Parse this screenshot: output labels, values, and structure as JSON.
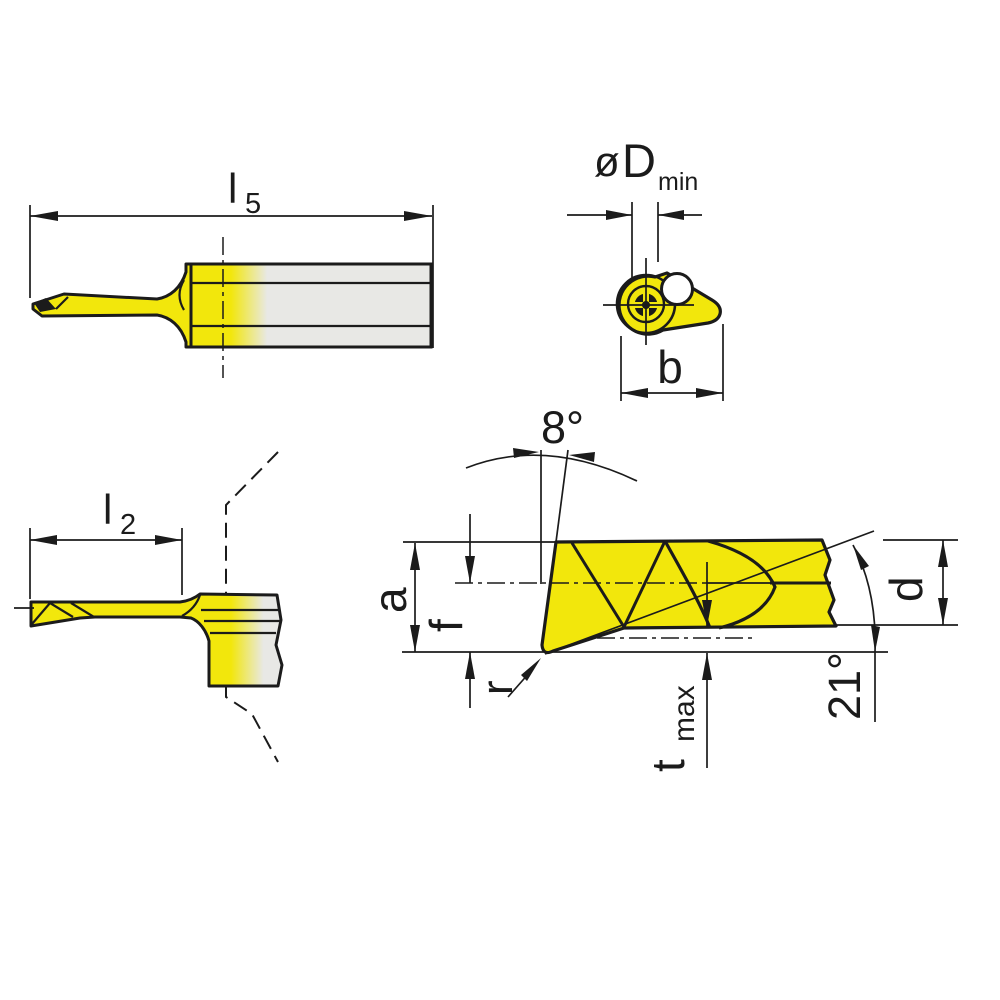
{
  "colors": {
    "insert_yellow": "#f2e70c",
    "steel_gray": "#e8e8e5",
    "line_black": "#1b1b1b",
    "background": "#ffffff"
  },
  "side_view": {
    "length_label": "l",
    "length_subscript": "5"
  },
  "end_view": {
    "diameter_prefix": "ø",
    "diameter_label": "D",
    "diameter_subscript": "min",
    "width_label": "b"
  },
  "top_view": {
    "length_label": "l",
    "length_subscript": "2"
  },
  "profile_view": {
    "rake_angle_label": "8°",
    "insert_height_label": "a",
    "center_height_label": "f",
    "corner_radius_label": "r",
    "max_depth_label": "t",
    "max_depth_subscript": "max",
    "flank_angle_label": "21°",
    "shank_diameter_label": "d"
  }
}
